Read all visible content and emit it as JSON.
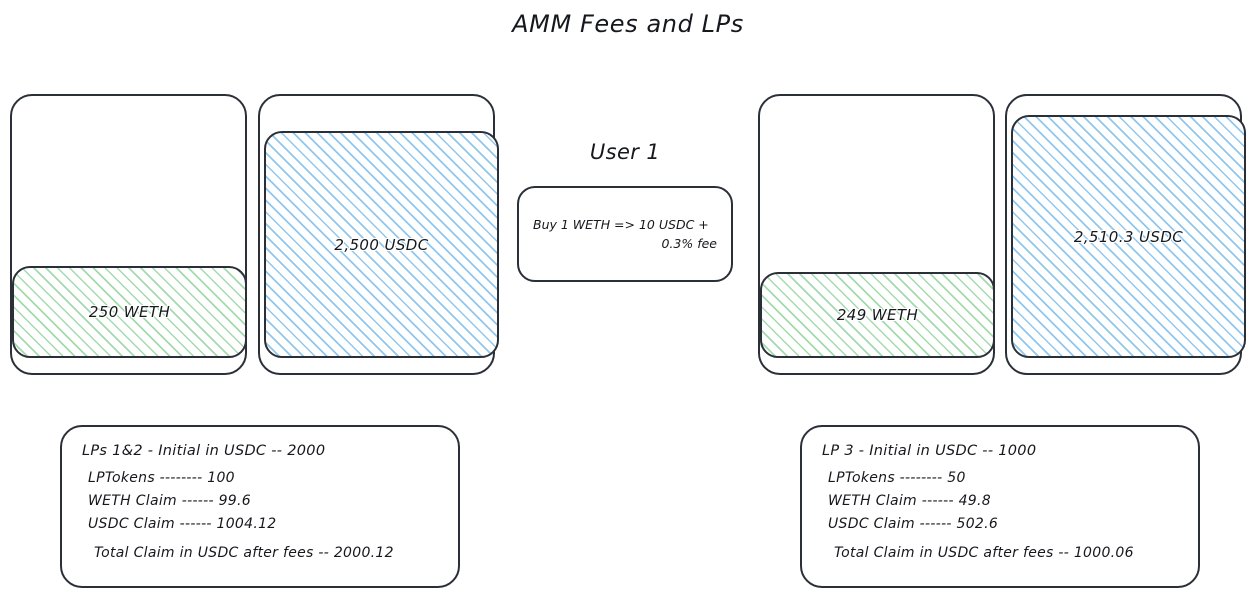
{
  "title": "AMM Fees and LPs",
  "pools": {
    "before": {
      "weth": {
        "label": "250 WETH"
      },
      "usdc": {
        "label": "2,500 USDC"
      }
    },
    "after": {
      "weth": {
        "label": "249 WETH"
      },
      "usdc": {
        "label": "2,510.3 USDC"
      }
    }
  },
  "user": {
    "name": "User 1",
    "action_line1": "Buy 1 WETH => 10 USDC +",
    "action_line2": "0.3% fee"
  },
  "panels": {
    "left": {
      "heading": "LPs 1&2 - Initial in USDC -- 2000",
      "rows": [
        "LPTokens -------- 100",
        "WETH Claim ------ 99.6",
        "USDC Claim ------ 1004.12"
      ],
      "total": "Total Claim in USDC after fees -- 2000.12"
    },
    "right": {
      "heading": "LP 3 - Initial in USDC -- 1000",
      "rows": [
        "LPTokens -------- 50",
        "WETH Claim ------ 49.8",
        "USDC Claim ------ 502.6"
      ],
      "total": "Total Claim in USDC after fees -- 1000.06"
    }
  },
  "colors": {
    "stroke": "#2b2f38",
    "weth_hatch": "#a3dbad",
    "usdc_hatch": "#8fc7ef",
    "background": "#ffffff"
  }
}
